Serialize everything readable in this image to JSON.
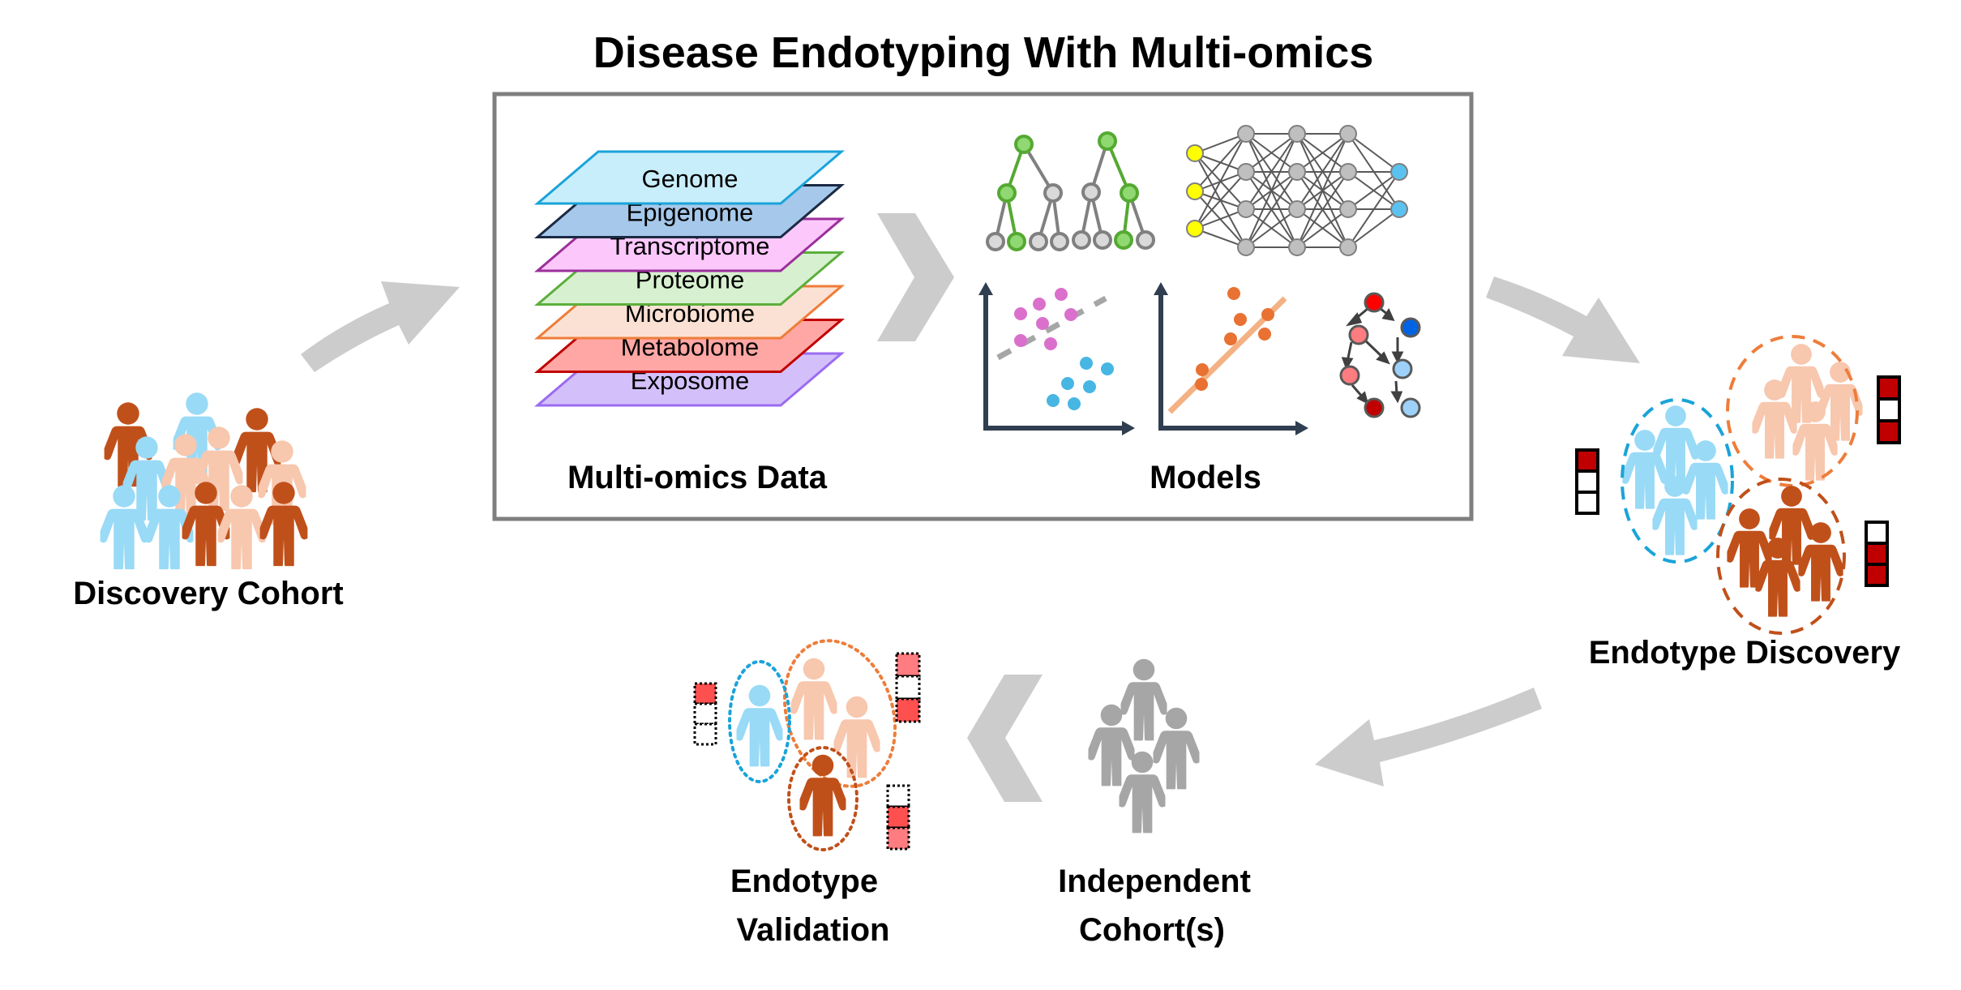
{
  "title": "Disease Endotyping With Multi-omics",
  "panel": {
    "data_label": "Multi-omics Data",
    "models_label": "Models",
    "layers": [
      {
        "name": "Genome",
        "fill": "#C9EEFB",
        "stroke": "#1AA3D9"
      },
      {
        "name": "Epigenome",
        "fill": "#A6C8EA",
        "stroke": "#1B2A44"
      },
      {
        "name": "Transcriptome",
        "fill": "#FCC8FC",
        "stroke": "#9B2F9B"
      },
      {
        "name": "Proteome",
        "fill": "#D7F0CF",
        "stroke": "#5BAF3C"
      },
      {
        "name": "Microbiome",
        "fill": "#FBE1D3",
        "stroke": "#EE7D3A"
      },
      {
        "name": "Metabolome",
        "fill": "#FFA7A4",
        "stroke": "#C00000"
      },
      {
        "name": "Exposome",
        "fill": "#D3C0FA",
        "stroke": "#9B6BF0"
      }
    ],
    "models": [
      "decision-tree",
      "neural-network",
      "clustering-scatter",
      "regression-scatter",
      "bayesian-network"
    ]
  },
  "stages": {
    "discovery_cohort": "Discovery Cohort",
    "endotype_discovery": "Endotype Discovery",
    "independent_cohort_line1": "Independent",
    "independent_cohort_line2": "Cohort(s)",
    "endotype_validation_line1": "Endotype",
    "endotype_validation_line2": "Validation"
  },
  "colors": {
    "dark_orange": "#C0501A",
    "light_blue": "#99DAF6",
    "peach": "#F7C7AE",
    "gray_person": "#A6A6A6",
    "arrow_gray": "#CCCCCC",
    "box_border": "#7F7F7F",
    "marker_dark_red": "#C00000",
    "marker_red": "#FF5050",
    "marker_pink": "#FF7C80"
  },
  "endotype_markers": {
    "discovery": {
      "blue_cluster": [
        "filled",
        "empty",
        "empty"
      ],
      "peach_cluster": [
        "filled",
        "empty",
        "filled"
      ],
      "dark_cluster": [
        "empty",
        "filled",
        "filled"
      ]
    },
    "validation": {
      "blue_cluster": [
        "red",
        "empty",
        "empty"
      ],
      "peach_cluster": [
        "pink",
        "empty",
        "red"
      ],
      "dark_cluster": [
        "empty",
        "red",
        "pink"
      ]
    }
  }
}
